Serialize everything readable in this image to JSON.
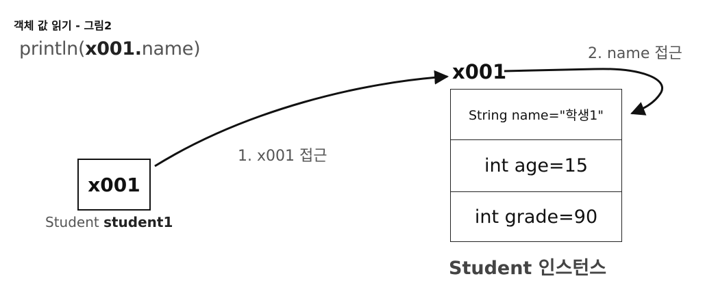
{
  "title": "객체 값 읽기 - 그림2",
  "code": {
    "prefix": "println(",
    "ref": "x001.",
    "suffix": "name)"
  },
  "steps": {
    "step1": "1. x001 접근",
    "step2": "2. name 접근"
  },
  "variable": {
    "value": "x001",
    "type": "Student",
    "name": "student1"
  },
  "instance": {
    "address": "x001",
    "fields": [
      "String name=\"학생1\"",
      "int age=15",
      "int grade=90"
    ],
    "label": "Student 인스턴스"
  }
}
